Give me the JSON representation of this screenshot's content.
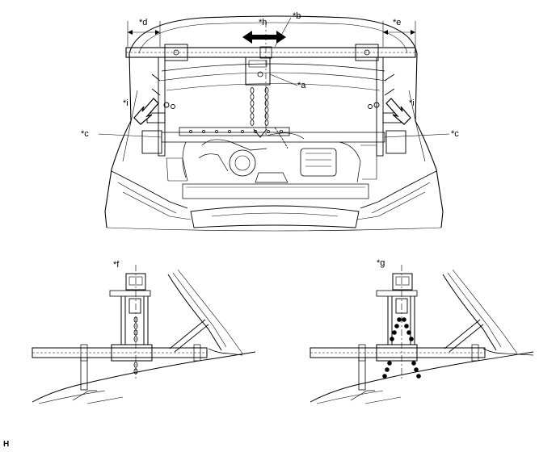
{
  "callouts": {
    "a": "*a",
    "b": "*b",
    "c_left": "*c",
    "c_right": "*c",
    "d": "*d",
    "e": "*e",
    "f": "*f",
    "g": "*g",
    "h": "*h",
    "i_left": "*i",
    "i_right": "*i"
  },
  "figure_code": "H",
  "colors": {
    "line": "#000000",
    "background": "#ffffff"
  }
}
